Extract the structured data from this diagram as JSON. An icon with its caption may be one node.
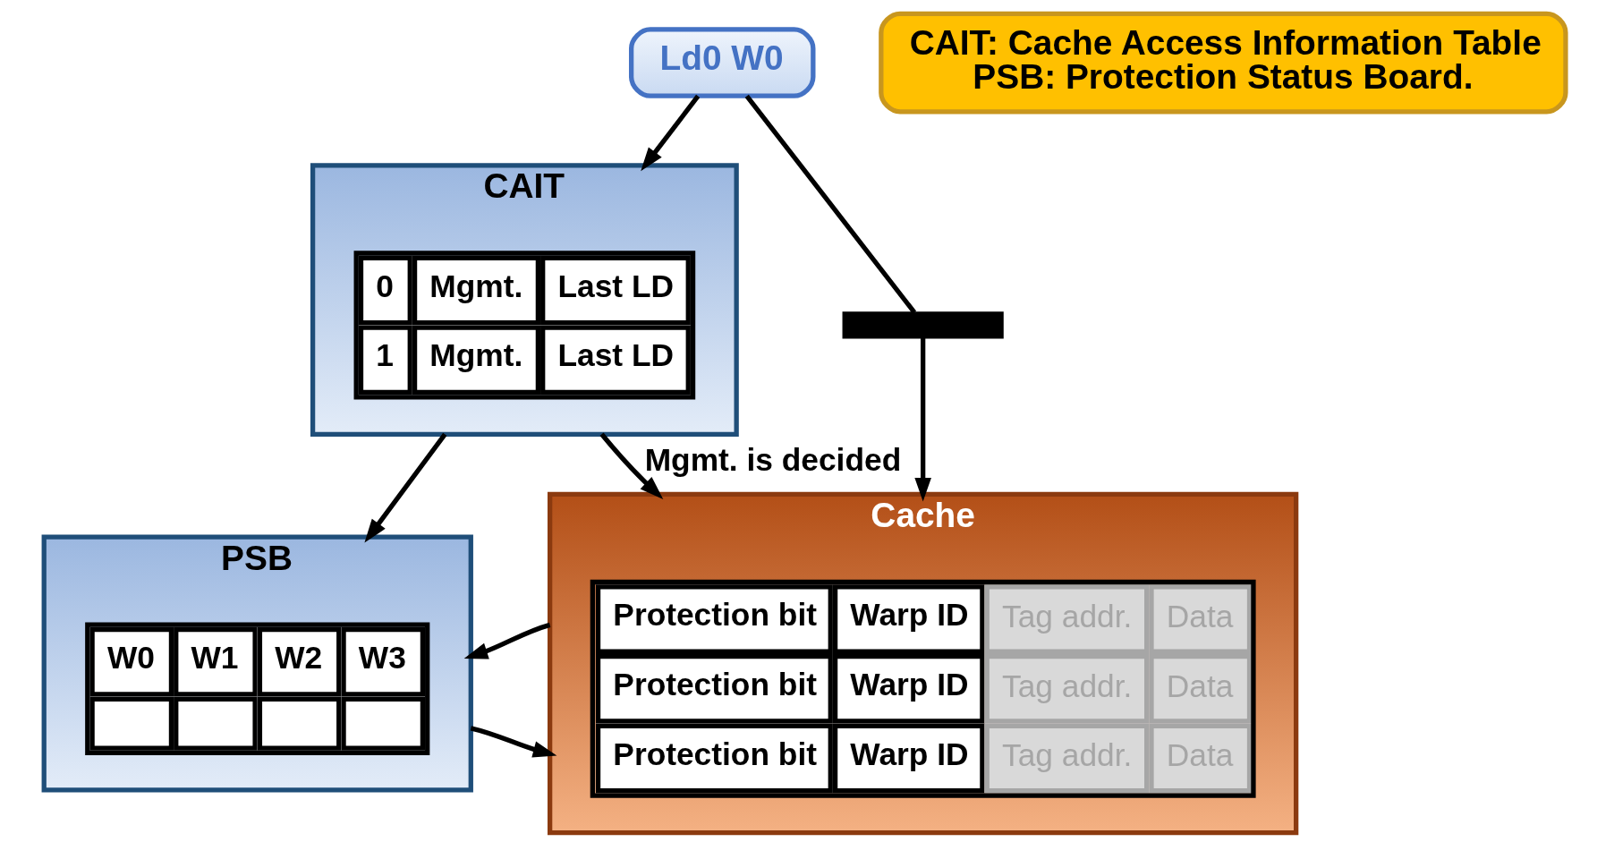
{
  "diagram": {
    "nodes": [
      {
        "text": [
          "Ld0 W0"
        ]
      },
      {
        "text": [
          "CAIT: Cache Access Information Table",
          "PSB: Protection Status Board."
        ]
      },
      {
        "text": [
          "CAIT"
        ]
      },
      {
        "text": [],
        "shape": "bar"
      },
      {
        "text": [
          "Cache"
        ]
      },
      {
        "text": [
          "PSB"
        ]
      }
    ],
    "edges": [
      {
        "from": 0,
        "to": 2,
        "arrow": "to"
      },
      {
        "from": 0,
        "to": 3,
        "arrow": "none"
      },
      {
        "from": 3,
        "to": 4,
        "arrow": "to"
      },
      {
        "from": 2,
        "to": 4,
        "arrow": "to",
        "label": "Mgmt. is decided"
      },
      {
        "from": 2,
        "to": 5,
        "arrow": "to"
      },
      {
        "from": 4,
        "to": 5,
        "arrow": "to"
      },
      {
        "from": 5,
        "to": 4,
        "arrow": "to"
      }
    ],
    "labels": [
      "0",
      "Mgmt.",
      "Last LD",
      "1",
      "Mgmt.",
      "Last LD",
      "Protection bit",
      "Warp ID",
      "Tag addr.",
      "Data",
      "Protection bit",
      "Warp ID",
      "Tag addr.",
      "Data",
      "Protection bit",
      "Warp ID",
      "Tag addr.",
      "Data",
      "W0",
      "W1",
      "W2",
      "W3"
    ]
  }
}
